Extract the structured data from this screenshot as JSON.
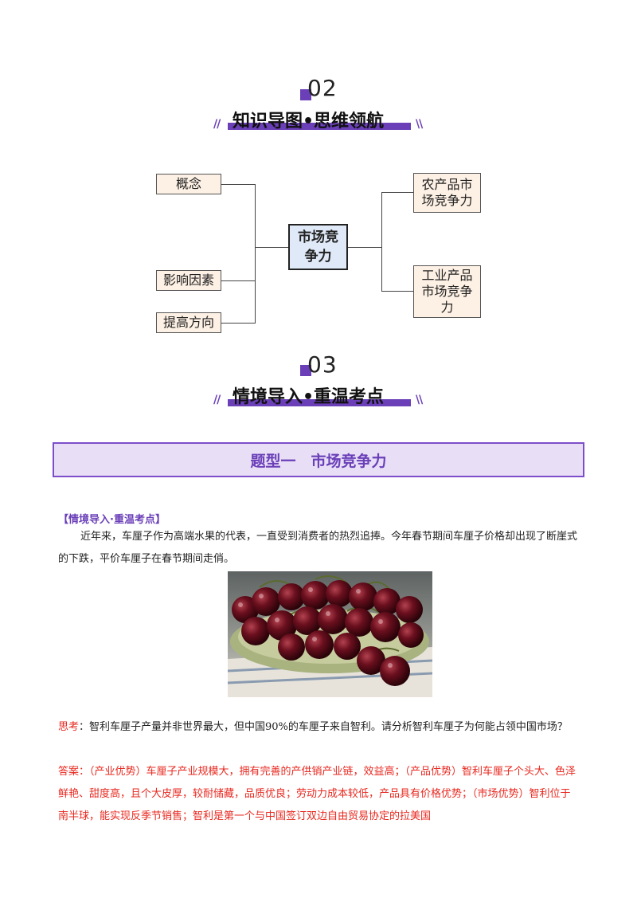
{
  "sections": [
    {
      "number": "02",
      "title": "知识导图•思维领航"
    },
    {
      "number": "03",
      "title": "情境导入•重温考点"
    }
  ],
  "mindmap": {
    "center": "市场竞争力",
    "left": [
      "概念",
      "影响因素",
      "提高方向"
    ],
    "right": [
      "农产品市场竞争力",
      "工业产品市场竞争力"
    ]
  },
  "banner": "题型一　市场竞争力",
  "context_label": "【情境导入·重温考点】",
  "context_text": "近年来，车厘子作为高端水果的代表，一直受到消费者的热烈追捧。今年春节期间车厘子价格却出现了断崖式的下跌，平价车厘子在春节期间走俏。",
  "think_label": "思考",
  "think_text": "：智利车厘子产量并非世界最大，但中国90%的车厘子来自智利。请分析智利车厘子为何能占领中国市场？",
  "answer_label": "答案：",
  "answer_text": "（产业优势）车厘子产业规模大，拥有完善的产供销产业链，效益高；（产品优势）智利车厘子个头大、色泽鲜艳、甜度高，且个大皮厚，较耐储藏，品质优良；劳动力成本较低，产品具有价格优势；（市场优势）智利位于南半球，能实现反季节销售；智利是第一个与中国签订双边自由贸易协定的拉美国"
}
